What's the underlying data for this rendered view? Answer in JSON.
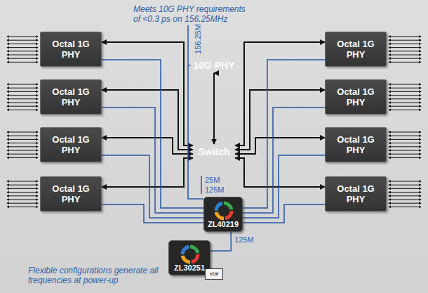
{
  "diagram": {
    "nodes": [
      {
        "text": [
          "Octal 1G PHY"
        ]
      },
      {
        "text": [
          "Octal 1G PHY"
        ]
      },
      {
        "text": [
          "Octal 1G PHY"
        ]
      },
      {
        "text": [
          "Octal 1G PHY"
        ]
      },
      {
        "text": [
          "10G PHY"
        ]
      },
      {
        "text": [
          "Switch"
        ]
      },
      {
        "text": [
          "Octal 1G PHY"
        ]
      },
      {
        "text": [
          "Octal 1G PHY"
        ]
      },
      {
        "text": [
          "Octal 1G PHY"
        ]
      },
      {
        "text": [
          "Octal 1G PHY"
        ]
      },
      {
        "text": [
          "ZL40219"
        ]
      },
      {
        "text": [
          "ZL30251"
        ]
      },
      {
        "text": [
          "xtal"
        ]
      }
    ],
    "edges": [
      {
        "from": 0,
        "to": 5,
        "arrow": "both"
      },
      {
        "from": 1,
        "to": 5,
        "arrow": "both"
      },
      {
        "from": 2,
        "to": 5,
        "arrow": "both"
      },
      {
        "from": 3,
        "to": 5,
        "arrow": "both"
      },
      {
        "from": 4,
        "to": 5,
        "arrow": "both"
      },
      {
        "from": 6,
        "to": 5,
        "arrow": "both"
      },
      {
        "from": 7,
        "to": 5,
        "arrow": "both"
      },
      {
        "from": 8,
        "to": 5,
        "arrow": "both"
      },
      {
        "from": 9,
        "to": 5,
        "arrow": "both"
      },
      {
        "from": 10,
        "to": 0,
        "arrow": "none"
      },
      {
        "from": 10,
        "to": 1,
        "arrow": "none"
      },
      {
        "from": 10,
        "to": 2,
        "arrow": "none"
      },
      {
        "from": 10,
        "to": 3,
        "arrow": "none"
      },
      {
        "from": 10,
        "to": 6,
        "arrow": "none"
      },
      {
        "from": 10,
        "to": 7,
        "arrow": "none"
      },
      {
        "from": 10,
        "to": 8,
        "arrow": "none"
      },
      {
        "from": 10,
        "to": 9,
        "arrow": "none"
      },
      {
        "from": 10,
        "to": 4,
        "arrow": "none"
      },
      {
        "from": 11,
        "to": 10,
        "label": "125M",
        "arrow": "none"
      }
    ],
    "labels": [
      "Meets 10G PHY requirements of <0.3 ps on 156.25MHz",
      "156.25M",
      "25M",
      "125M",
      "Flexible configurations generate all frequencies at power-up"
    ]
  }
}
